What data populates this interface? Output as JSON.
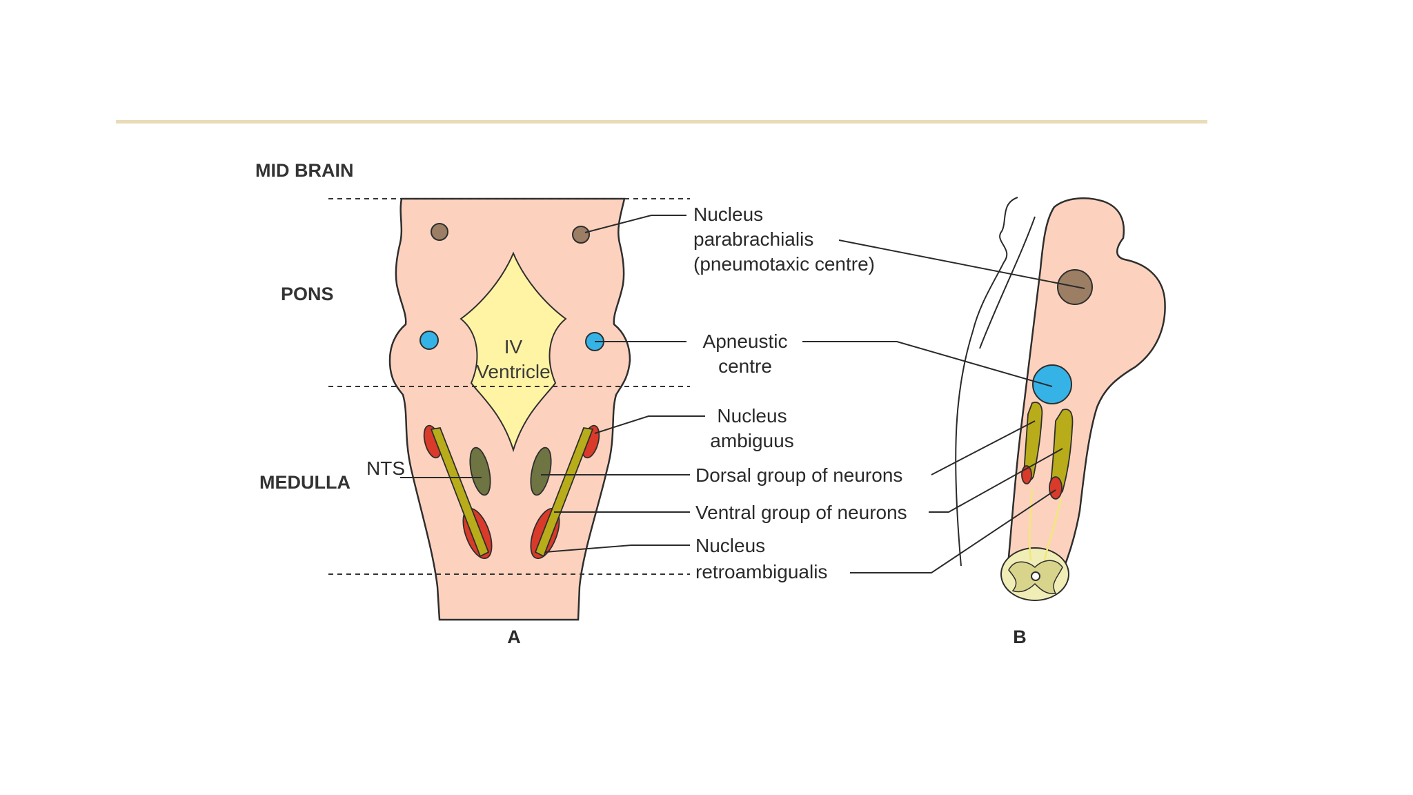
{
  "colors": {
    "rule": "#e8dcb8",
    "tissue": "#fcd2be",
    "tissue_outline": "#2e2e2e",
    "ventricle": "#fff3a4",
    "pneumotaxic": "#9b7e64",
    "apneustic": "#35b3e6",
    "nucleus_red": "#d93a2a",
    "neuron_column": "#b8ac1a",
    "dorsal_group": "#6e7442"
  },
  "regions": {
    "midbrain": "MID BRAIN",
    "pons": "PONS",
    "medulla": "MEDULLA"
  },
  "ventricle": {
    "line1": "IV",
    "line2": "Ventricle"
  },
  "panel_labels": {
    "a": "A",
    "b": "B"
  },
  "labels": {
    "nts": "NTS",
    "pneumotaxic_1": "Nucleus",
    "pneumotaxic_2": "parabrachialis",
    "pneumotaxic_3": "(pneumotaxic centre)",
    "apneustic_1": "Apneustic",
    "apneustic_2": "centre",
    "ambiguus_1": "Nucleus",
    "ambiguus_2": "ambiguus",
    "dorsal": "Dorsal group of neurons",
    "ventral": "Ventral group of neurons",
    "retro_1": "Nucleus",
    "retro_2": "retroambigualis"
  }
}
